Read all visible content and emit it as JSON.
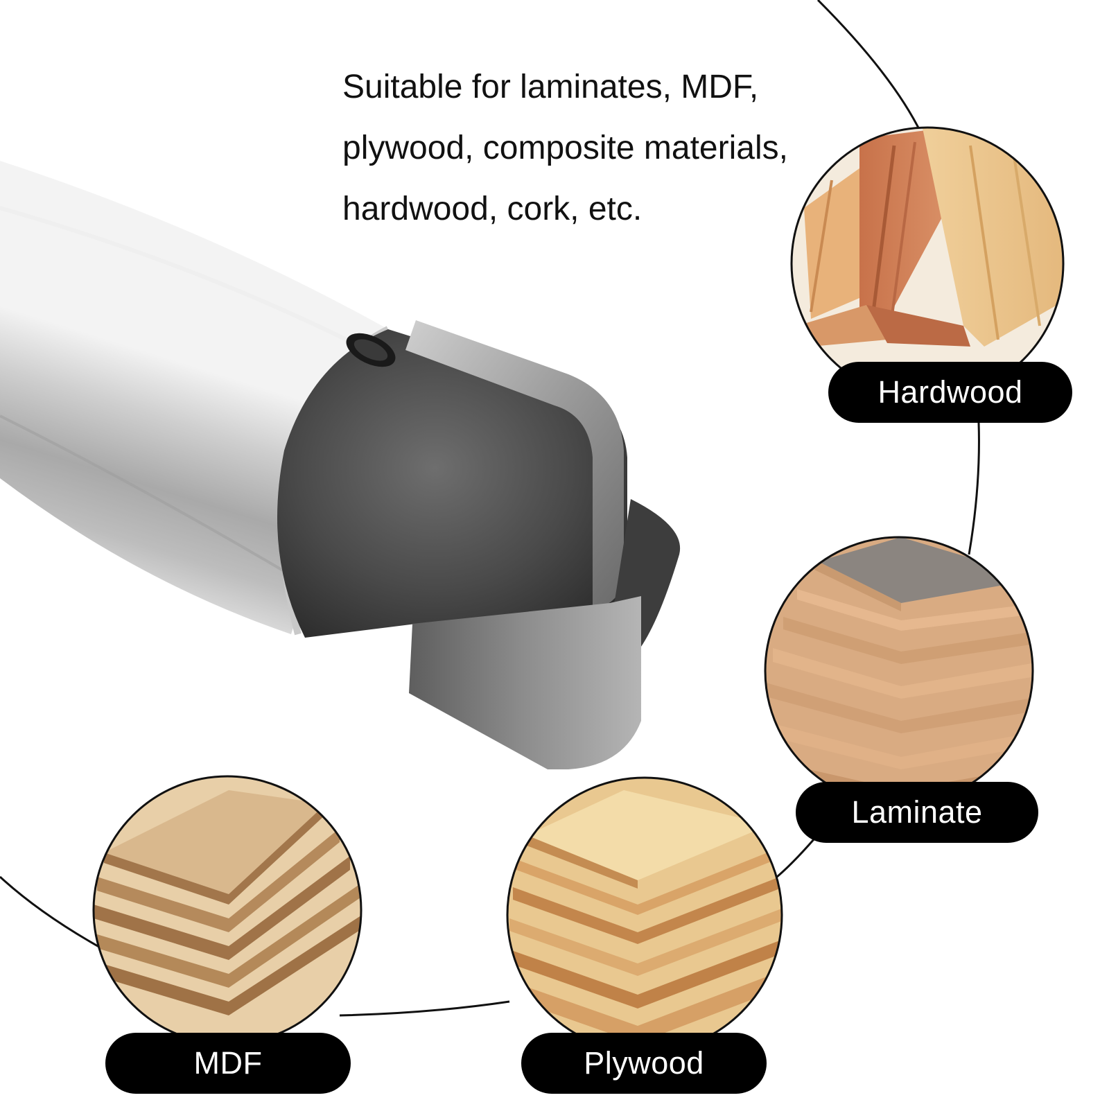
{
  "description": {
    "lines": [
      "Suitable for laminates, MDF,",
      "plywood, composite materials,",
      "hardwood, cork, etc."
    ]
  },
  "materials": [
    {
      "label": "Hardwood",
      "icon": "hardwood-molding-photo"
    },
    {
      "label": "Laminate",
      "icon": "laminate-sheets-photo"
    },
    {
      "label": "MDF",
      "icon": "mdf-boards-photo"
    },
    {
      "label": "Plywood",
      "icon": "plywood-stack-photo"
    }
  ],
  "colors": {
    "pill_bg": "#000000",
    "pill_text": "#ffffff",
    "text": "#111111",
    "background": "#ffffff"
  }
}
